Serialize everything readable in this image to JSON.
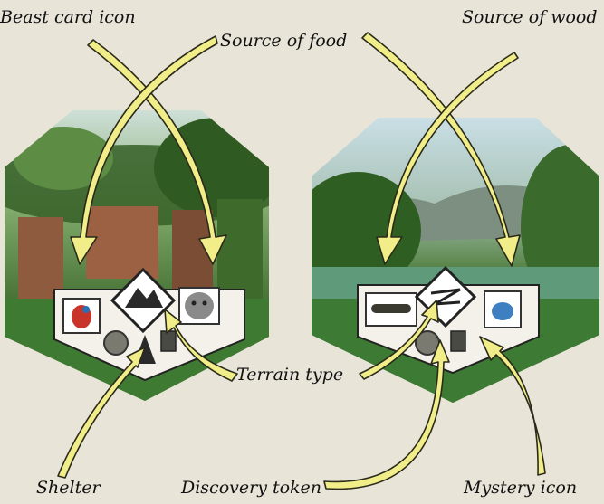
{
  "diagram": {
    "labels": {
      "beast_card_icon": "Beast card icon",
      "source_of_food": "Source of food",
      "source_of_wood": "Source of wood",
      "terrain_type": "Terrain type",
      "shelter": "Shelter",
      "discovery_token": "Discovery token",
      "mystery_icon": "Mystery icon"
    },
    "tiles": [
      {
        "terrain": "mountains-icon",
        "left_icon": "parrot-beast-card-icon",
        "right_icon": "tiger-icon"
      },
      {
        "terrain": "river-icon",
        "left_icon": "log-wood-icon",
        "right_icon": "bird-icon"
      }
    ],
    "colors": {
      "background": "#e8e4d8",
      "arrow_fill": "#f1ee8a",
      "arrow_stroke": "#2a2a1a",
      "card_panel": "#f3f1ea"
    }
  }
}
